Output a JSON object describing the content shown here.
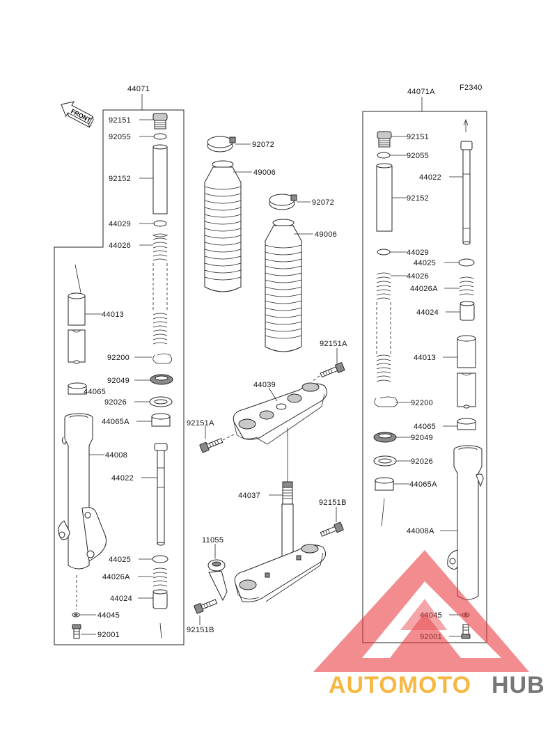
{
  "figure_code": "F2340",
  "front_label": "FRONT",
  "left_assembly": {
    "title": "44071",
    "labels": {
      "92151": "92151",
      "92055": "92055",
      "92152": "92152",
      "44029": "44029",
      "44026": "44026",
      "44013": "44013",
      "92200": "92200",
      "92049": "92049",
      "44065": "44065",
      "92026": "92026",
      "44065A": "44065A",
      "44008": "44008",
      "44022": "44022",
      "44025": "44025",
      "44026A": "44026A",
      "44024": "44024",
      "44045": "44045",
      "92001": "92001"
    }
  },
  "center_parts": {
    "labels": {
      "92072_top": "92072",
      "49006_top": "49006",
      "92072_mid": "92072",
      "49006_mid": "49006",
      "44039": "44039",
      "92151A_right": "92151A",
      "92151A_left": "92151A",
      "44037": "44037",
      "92151B_right": "92151B",
      "11055": "11055",
      "92151B_left": "92151B"
    }
  },
  "right_assembly": {
    "title": "44071A",
    "labels": {
      "92151": "92151",
      "92055": "92055",
      "44022": "44022",
      "92152": "92152",
      "44029": "44029",
      "44025": "44025",
      "44026": "44026",
      "44026A": "44026A",
      "44024": "44024",
      "44013": "44013",
      "92200": "92200",
      "44065": "44065",
      "92049": "92049",
      "92026": "92026",
      "44065A": "44065A",
      "44008A": "44008A",
      "44045": "44045",
      "92001": "92001"
    }
  },
  "watermark": {
    "part1": "AUTOMOTO",
    "part2": "HUB",
    "color1": "#f6a91b",
    "color2": "#5a5a5a",
    "triangle_color": "#e8383d"
  }
}
